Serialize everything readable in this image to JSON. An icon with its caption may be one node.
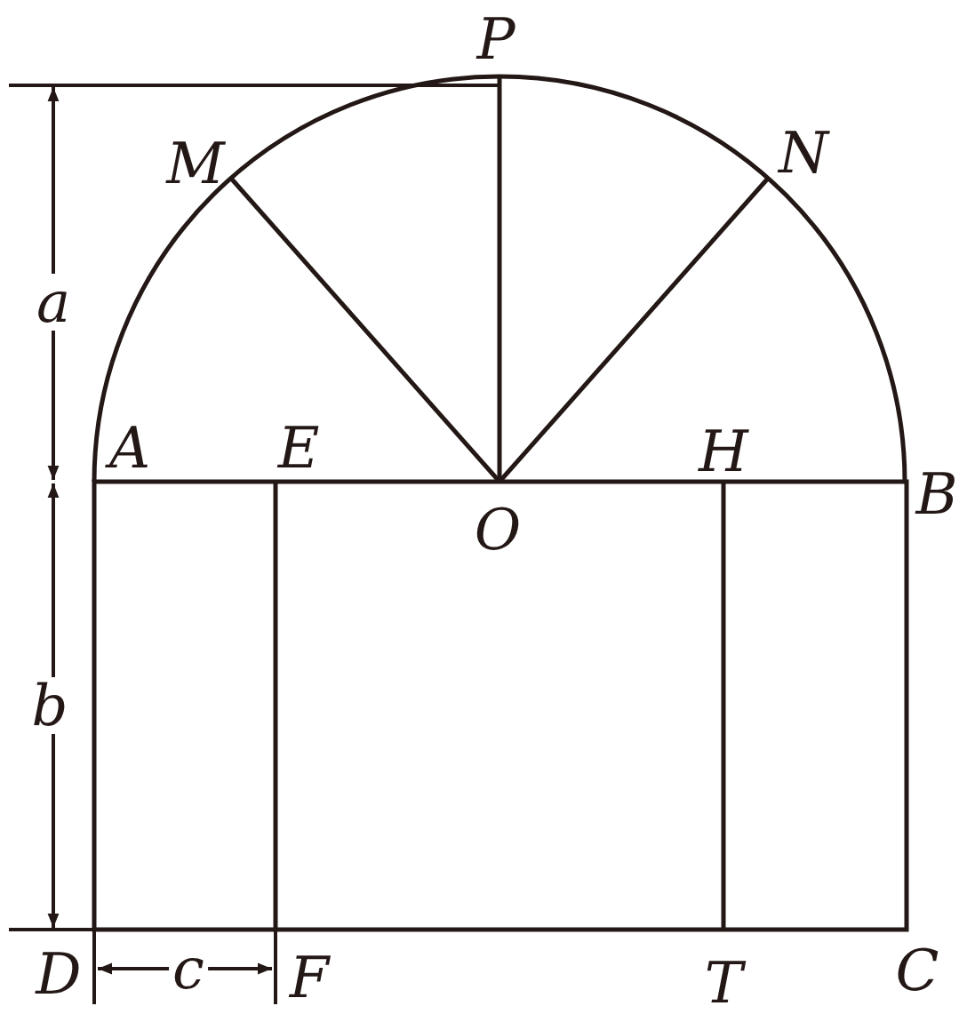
{
  "diagram": {
    "labels": [
      "P",
      "M",
      "N",
      "a",
      "A",
      "E",
      "H",
      "B",
      "O",
      "b",
      "D",
      "c",
      "F",
      "T",
      "C"
    ]
  }
}
